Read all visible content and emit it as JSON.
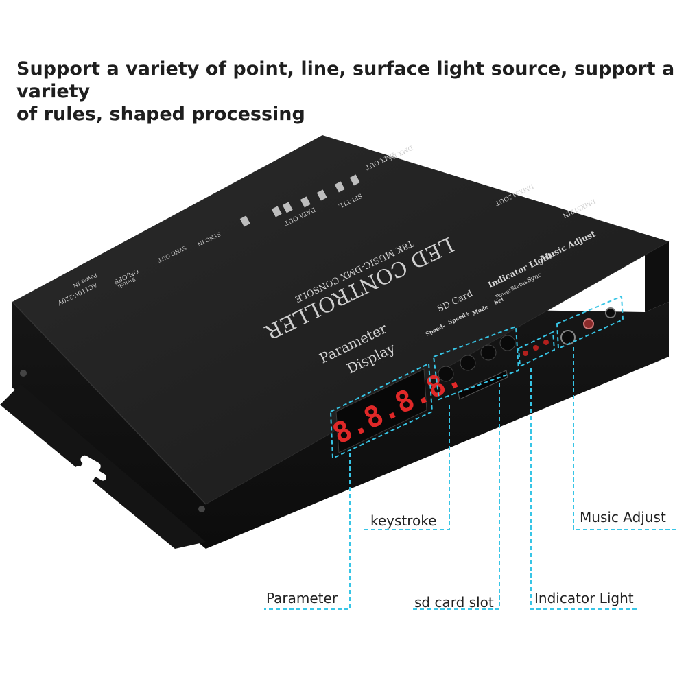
{
  "headline": {
    "line1": "Support a variety of point, line, surface light source, support a variety",
    "line2": "of rules, shaped processing"
  },
  "device": {
    "title": "LED CONTROLLER",
    "subtitle": "T8K MUSIC-DMX CONSOLE",
    "param_label_1": "Parameter",
    "param_label_2": "Display",
    "display_digits": "8.8.8.8.",
    "sd_card_label": "SD Card",
    "indicator_label": "Indicator Light",
    "music_label": "Music Adjust",
    "sync_label": "Sync",
    "status_label": "Status",
    "power_label": "Power",
    "key_speed_minus": "Speed-",
    "key_speed_plus": "Speed+",
    "key_mode": "Mode",
    "key_set": "Set",
    "switch_label": "ON/OFF",
    "switch_sub": "Switch",
    "power_in": "AC110V-220V",
    "power_in_sub": "Power IN",
    "sync_in": "SYNC IN",
    "sync_out": "SYNC OUT",
    "data_out": "DATA OUT",
    "spi_ttl": "SPI-TTL",
    "dmx_out": "DMX OUT",
    "dmx_in": "DMX IN",
    "dmx512_out": "DMX512OUT",
    "dmx512_in": "DMX512IN"
  },
  "callouts": {
    "keystroke": "keystroke",
    "music_adjust": "Music Adjust",
    "parameter": "Parameter",
    "sd_card_slot": "sd card slot",
    "indicator_light": "Indicator Light"
  },
  "colors": {
    "accent": "#37c5e6",
    "body": "#1c1c1c",
    "display_red": "#e02828"
  }
}
